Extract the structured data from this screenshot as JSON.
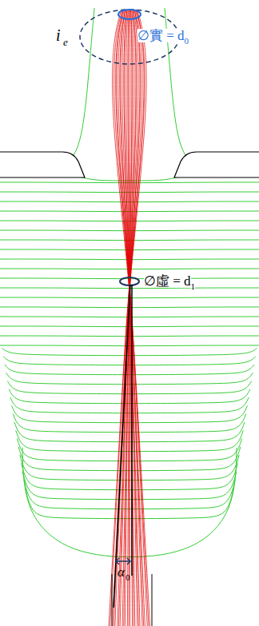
{
  "diagram": {
    "labels": [
      "i",
      "e",
      "∅實 = d",
      "0",
      "∅虛 = d",
      "1",
      "α",
      "0"
    ]
  }
}
